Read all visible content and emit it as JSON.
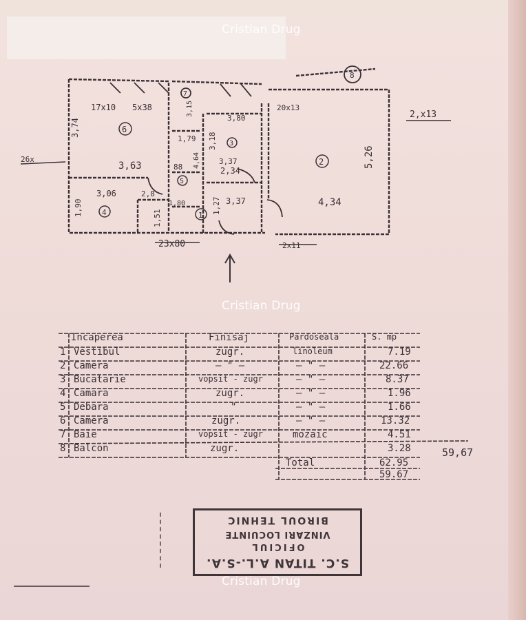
{
  "watermark": "Cristian Drug",
  "plan": {
    "dims": {
      "d1": "17x10",
      "d2": "5x38",
      "d3": "3,74",
      "d4": "3,63",
      "d5": "3,06",
      "d6": "1,90",
      "d7": "2,8",
      "d8": "1,51",
      "d9": "1,27",
      "d10": "3,18",
      "d11": "3,80",
      "d12": "1,79",
      "d13": "2,34",
      "d14": "3,37",
      "d15": "3,37",
      "d16": "4,34",
      "d17": "5,26",
      "d18": "2,x13",
      "d19": "26x",
      "d20": "23x80",
      "d21": "2x11",
      "d22": "3,15",
      "d23": "4,64",
      "d24": "88",
      "d25": "20x13",
      "d26": "1,80"
    },
    "room_numbers": [
      "1",
      "2",
      "3",
      "4",
      "5",
      "6",
      "7",
      "8"
    ]
  },
  "table": {
    "headers": [
      "Incaperea",
      "Finisaj",
      "Pardoseala",
      "S. mp"
    ],
    "rows": [
      {
        "no": "1",
        "name": "Vestibul",
        "fin": "zugr.",
        "pard": "linoleum",
        "area": "7.19"
      },
      {
        "no": "2",
        "name": "Camera",
        "fin": "— \" —",
        "pard": "— \" —",
        "area": "22.66"
      },
      {
        "no": "3",
        "name": "Bucatarie",
        "fin": "vopsit - zugr",
        "pard": "— \" —",
        "area": "8.37"
      },
      {
        "no": "4",
        "name": "Camara",
        "fin": "zugr.",
        "pard": "— \" —",
        "area": "1.96"
      },
      {
        "no": "5",
        "name": "Debara",
        "fin": "\"",
        "pard": "— \" —",
        "area": "1.66"
      },
      {
        "no": "6",
        "name": "Camera",
        "fin": "zugr.",
        "pard": "— \" —",
        "area": "13.32"
      },
      {
        "no": "7",
        "name": "Baie",
        "fin": "vopsit - zugr",
        "pard": "mozaic",
        "area": "4.51"
      },
      {
        "no": "8",
        "name": "Balcon",
        "fin": "zugr.",
        "pard": "",
        "area": "3.28"
      }
    ],
    "total_label": "Total",
    "total": "62.95",
    "sub": "59.67",
    "side_total": "59,67"
  },
  "stamp": {
    "line1": "S.C. TITAN A.L.-S.A.",
    "line2": "OFICIUL",
    "line3": "VINZARI LOCUINTE",
    "line4": "BIROUL TEHNIC"
  }
}
